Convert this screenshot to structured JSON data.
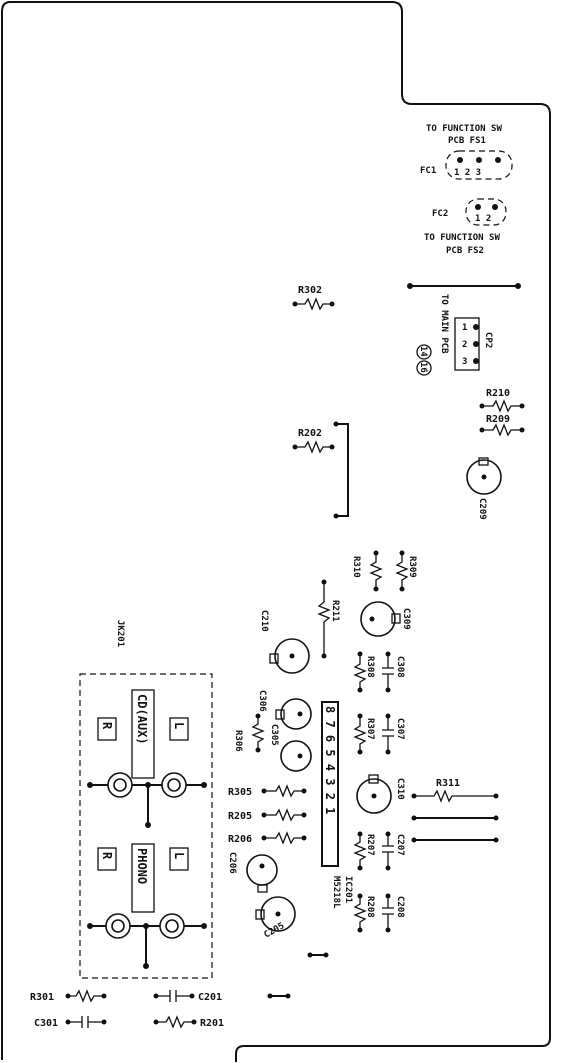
{
  "labels": {
    "to_function_sw_1": "TO FUNCTION SW",
    "pcb_fs1": "PCB FS1",
    "fc1": "FC1",
    "fc1_pins": "1  2  3",
    "fc2": "FC2",
    "fc2_pins": "1  2",
    "to_function_sw_2": "TO FUNCTION SW",
    "pcb_fs2": "PCB FS2",
    "cp2": "CP2",
    "cp2_pins": [
      "1",
      "2",
      "3"
    ],
    "to_main_pcb": "TO MAIN PCB",
    "main_pcb_14": "14",
    "main_pcb_16": "16",
    "r302": "R302",
    "r202": "R202",
    "r210": "R210",
    "r209": "R209",
    "c209": "C209",
    "r310": "R310",
    "r309": "R309",
    "c309": "C309",
    "r211": "R211",
    "c210": "C210",
    "r308": "R308",
    "c308": "C308",
    "r307": "R307",
    "c307": "C307",
    "c306": "C306",
    "c305": "C305",
    "r306": "R306",
    "ic_pins": "8 7 6 5 4 3 2 1",
    "ic201": "IC201",
    "m5218l": "M5218L",
    "c310": "C310",
    "r311": "R311",
    "r207": "R207",
    "c207": "C207",
    "r208": "R208",
    "c208": "C208",
    "r305": "R305",
    "r205": "R205",
    "r206": "R206",
    "c206": "C206",
    "c205": "C205",
    "jk201": "JK201",
    "cd_aux": "CD(AUX)",
    "phono": "PHONO",
    "r_top": "R",
    "l_top": "L",
    "r_bottom": "R",
    "l_bottom": "L",
    "r301": "R301",
    "c301": "C301",
    "c201": "C201",
    "r201": "R201"
  }
}
